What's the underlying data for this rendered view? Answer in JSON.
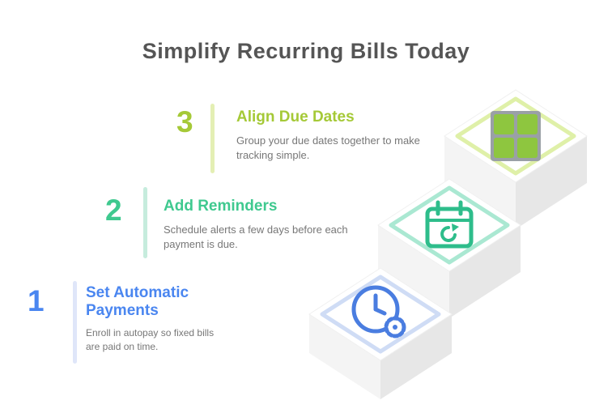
{
  "title": "Simplify Recurring Bills Today",
  "steps": [
    {
      "number": "1",
      "title": "Set Automatic Payments",
      "description": "Enroll in autopay so fixed bills are paid on time.",
      "accent_color": "#4a86f0",
      "icon": "clock-gear-automation-icon",
      "diamond_outline_color": "#cfdcf5"
    },
    {
      "number": "2",
      "title": "Add Reminders",
      "description": "Schedule alerts a few days before each payment is due.",
      "accent_color": "#3fc98f",
      "icon": "reminder-calendar-icon",
      "diamond_outline_color": "#aae8d2"
    },
    {
      "number": "3",
      "title": "Align Due Dates",
      "description": "Group your due dates together to make tracking simple.",
      "accent_color": "#a5c937",
      "icon": "grid-dates-icon",
      "diamond_outline_color": "#dff0a8"
    }
  ],
  "colors": {
    "title_text": "#555555",
    "description_text": "#777777",
    "platform_top": "#ffffff",
    "platform_left_face": "#f4f4f4",
    "platform_right_face": "#e7e7e7",
    "grid_icon_green": "#8ec63f",
    "grid_icon_frame_gray": "#9aa0a6",
    "calendar_icon_teal": "#2ebd8b",
    "clock_icon_blue": "#4a7de0"
  }
}
